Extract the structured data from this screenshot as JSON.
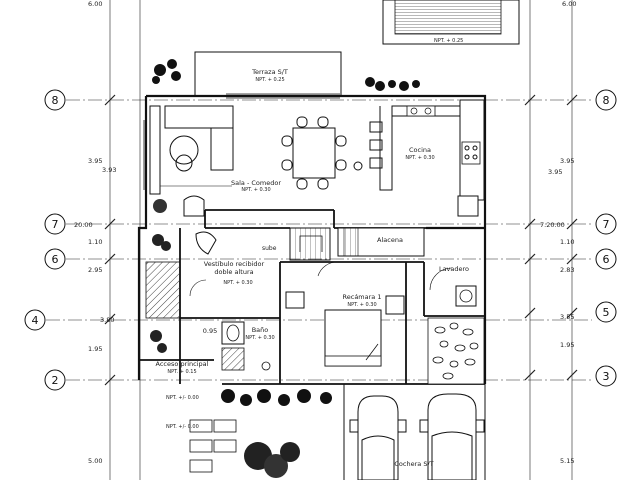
{
  "grid_left": [
    "8",
    "7",
    "6",
    "4",
    "2"
  ],
  "grid_right": [
    "8",
    "7",
    "6",
    "5",
    "3"
  ],
  "dims_left": [
    "6.00",
    "3.95",
    "3.93",
    "20.00",
    "1.10",
    "2.95",
    "3.80",
    "1.95",
    "5.00"
  ],
  "dims_right": [
    "6.00",
    "3.95",
    "3.95",
    "7.20.00",
    "1.10",
    "2.83",
    "3.55",
    "1.95",
    "5.15"
  ],
  "rooms": {
    "terraza": {
      "name": "Terraza S/T",
      "level": "NPT. + 0.25"
    },
    "top_right": {
      "level": "NPT. + 0.25"
    },
    "sala": {
      "name": "Sala - Comedor",
      "level": "NPT. + 0.30"
    },
    "cocina": {
      "name": "Cocina",
      "level": "NPT. + 0.30"
    },
    "sube": {
      "name": "sube"
    },
    "alacena": {
      "name": "Alacena"
    },
    "vestibulo": {
      "line1": "Vestíbulo recibidor",
      "line2": "doble altura",
      "level": "NPT. + 0.30"
    },
    "lavadero": {
      "name": "Lavadero"
    },
    "recamara": {
      "name": "Recámara 1",
      "level": "NPT. + 0.30"
    },
    "bano": {
      "name": "Baño",
      "level": "NPT. + 0.30",
      "width": "0.95"
    },
    "acceso": {
      "name": "Acceso principal",
      "level": "NPT. + 0.15"
    },
    "ext1": {
      "level": "NPT. +/- 0.00"
    },
    "ext2": {
      "level": "NPT. +/- 0.00"
    },
    "cochera": {
      "name": "Cochera S/T"
    }
  },
  "colors": {
    "line": "#1a1a1a",
    "hatch": "#555555",
    "paper": "#ffffff"
  }
}
